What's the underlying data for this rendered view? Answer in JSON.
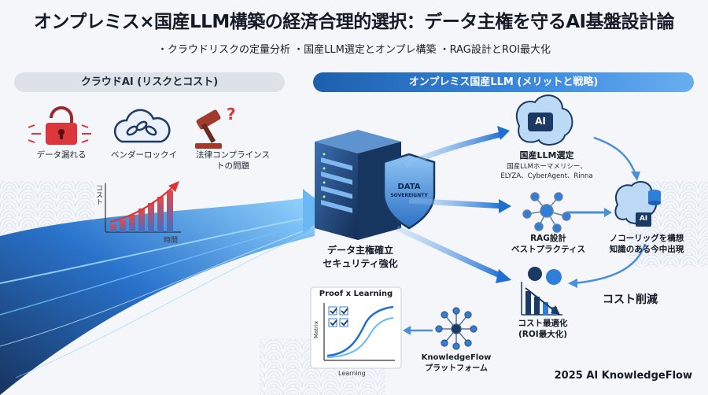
{
  "header": {
    "title": "オンプレミス×国産LLM構築の経済合理的選択：データ主権を守るAI基盤設計論",
    "subtitle": "・クラウドリスクの定量分析 ・国産LLM選定とオンプレ構築 ・RAG設計とROI最大化"
  },
  "left_panel": {
    "label": "クラウドAI (リスクとコスト)",
    "risks": [
      {
        "label": "データ漏れる",
        "icon": "lock-icon"
      },
      {
        "label": "ベンダーロックイ",
        "icon": "chain-cloud-icon"
      },
      {
        "label": "法律コンプラインスト の問題",
        "line1": "法律コンプラインス",
        "line2": "トの問題",
        "icon": "gavel-icon"
      }
    ],
    "chart": {
      "ylabel": "コスト",
      "xlabel": "時間"
    }
  },
  "center": {
    "shield_line1": "DATA",
    "shield_line2": "SOVEREIGNTY",
    "label_line1": "データ主権確立",
    "label_line2": "セキュリティ強化"
  },
  "right_panel": {
    "label": "オンプレミス国産LLM (メリットと戦略)",
    "llm": {
      "title": "国産LLM選定",
      "line1": "国産LLMホーマメリシー、",
      "line2": "ELYZA、CyberAgent、Rinna",
      "icon_text": "AI"
    },
    "rag": {
      "line1": "RAG設計",
      "line2": "ベストプラクティス"
    },
    "nocode": {
      "line1": "ノコーリッグを構想",
      "line2": "知識のある今中出現",
      "icon_text": "AI"
    },
    "cost": {
      "label": "コスト削減"
    },
    "roi": {
      "line1": "コスト最適化",
      "line2": "(ROI最大化)"
    },
    "platform": {
      "line1": "KnowledgeFlow",
      "line2": "プラットフォーム"
    },
    "proof_chart": {
      "title": "Proof x Learning",
      "ylabel": "Matrix",
      "xlabel": "Learning"
    }
  },
  "footer": {
    "credit": "2025 AI KnowledgeFlow"
  },
  "colors": {
    "accent_blue": "#2f7fd8",
    "dark_navy": "#1b3a63",
    "risk_red": "#d9373b",
    "background": "#f4f6fa"
  }
}
